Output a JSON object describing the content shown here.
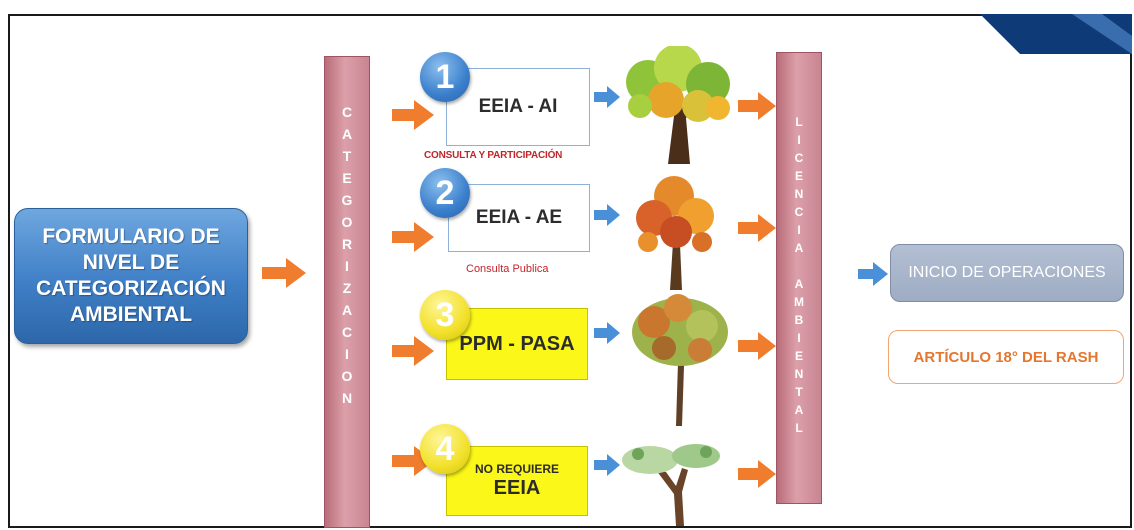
{
  "form_box": {
    "label": "FORMULARIO DE\nNIVEL DE\nCATEGORIZACIÓN\nAMBIENTAL"
  },
  "categorizacion_letters": [
    "C",
    "A",
    "T",
    "E",
    "G",
    "O",
    "R",
    "I",
    "Z",
    "A",
    "C",
    "I",
    "O",
    "N"
  ],
  "licencia_letters": [
    "L",
    "I",
    "C",
    "E",
    "N",
    "C",
    "I",
    "A",
    "",
    "A",
    "M",
    "B",
    "I",
    "E",
    "N",
    "T",
    "A",
    "L"
  ],
  "steps": [
    {
      "number": "1",
      "label": "EEIA - AI",
      "note": "CONSULTA Y PARTICIPACIÓN"
    },
    {
      "number": "2",
      "label": "EEIA - AE",
      "note": "Consulta Publica"
    },
    {
      "number": "3",
      "label": "PPM - PASA"
    },
    {
      "number": "4",
      "label_small": "NO REQUIERE",
      "label": "EEIA"
    }
  ],
  "inicio_label": "INICIO DE OPERACIONES",
  "articulo_label": "ARTÍCULO 18° DEL RASH",
  "colors": {
    "arrow_orange": "#f07d2e",
    "arrow_blue": "#4a90d9",
    "bar_pink": "#d38f9b",
    "badge_blue": "#3b7fcc",
    "badge_yellow": "#f2e12a",
    "box_yellow": "#fbf718",
    "form_blue": "#3f7fc6",
    "corner_navy": "#0f3a78"
  }
}
